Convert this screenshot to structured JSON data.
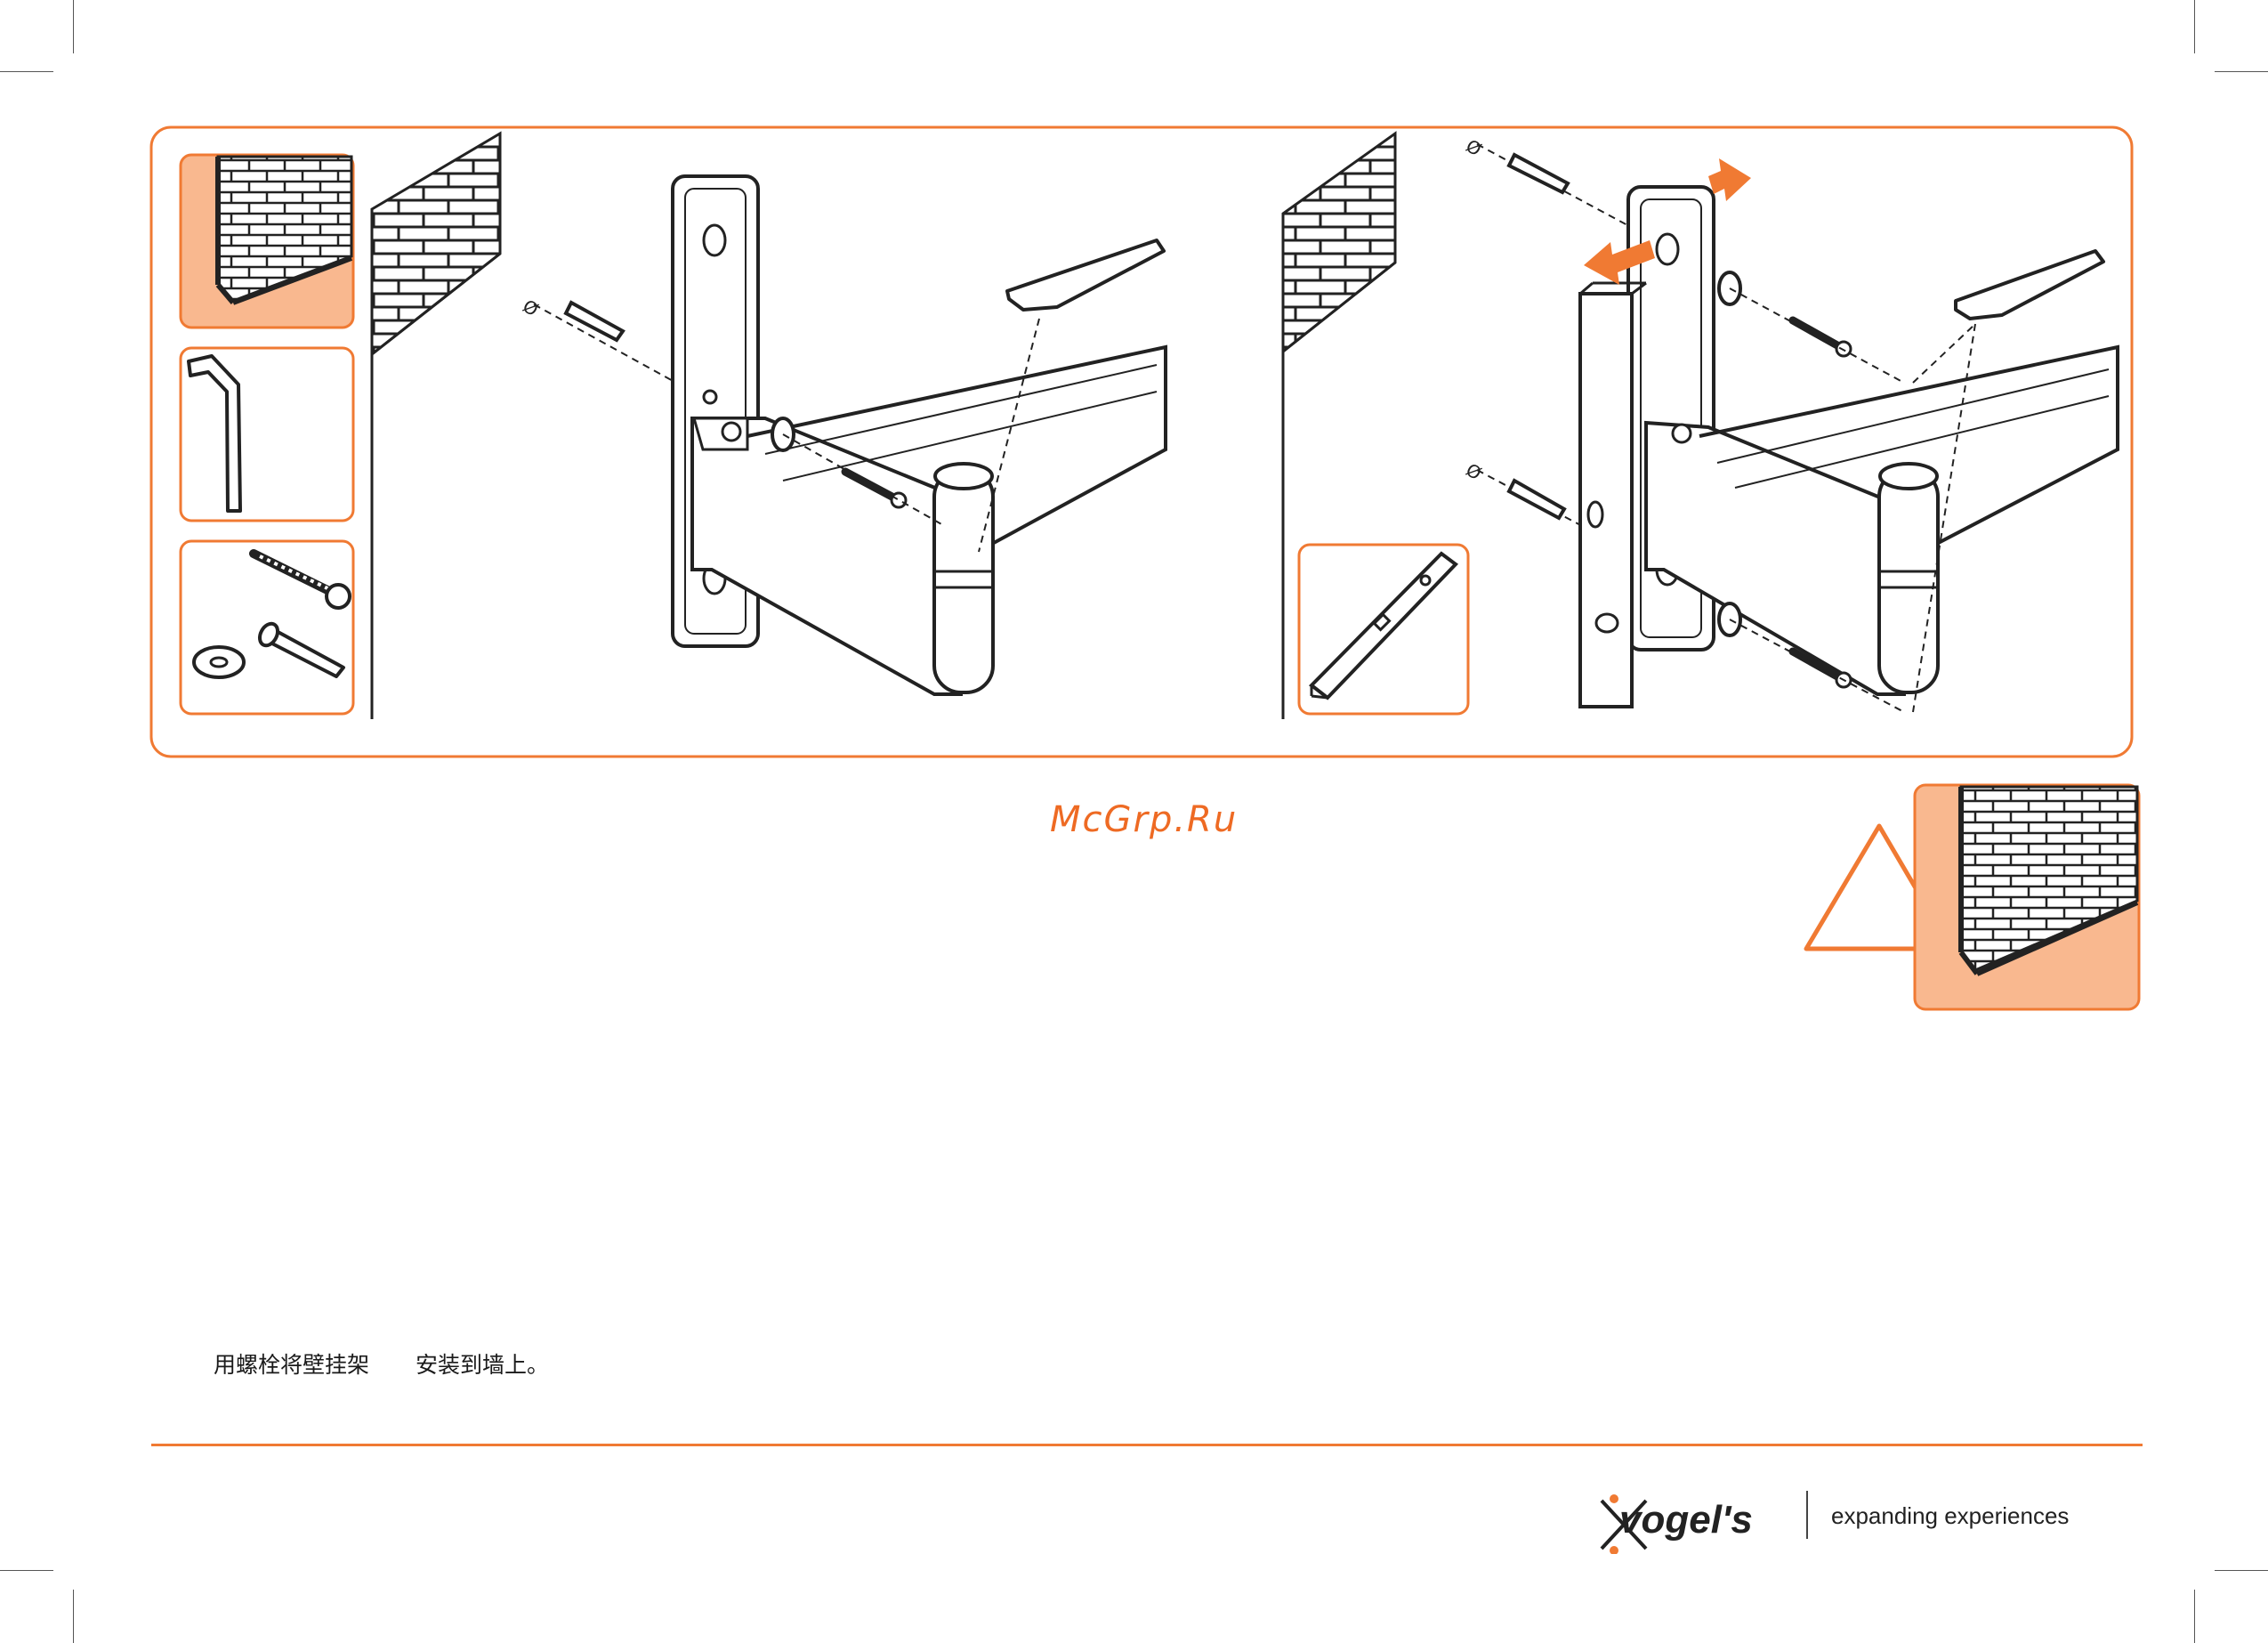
{
  "watermark": "McGrp.Ru",
  "instruction": {
    "part1": "用螺栓将壁挂架",
    "part2": "安装到墙上。"
  },
  "brand": {
    "name": "vogel's",
    "tagline": "expanding experiences"
  },
  "colors": {
    "accent": "#f07a33",
    "accent_fill": "#f9b88f",
    "line": "#222222"
  },
  "icons": [
    "brick-wall-icon",
    "hex-key-icon",
    "screw-icon",
    "washer-icon",
    "wall-plug-icon",
    "spirit-level-icon",
    "warning-triangle-icon"
  ]
}
